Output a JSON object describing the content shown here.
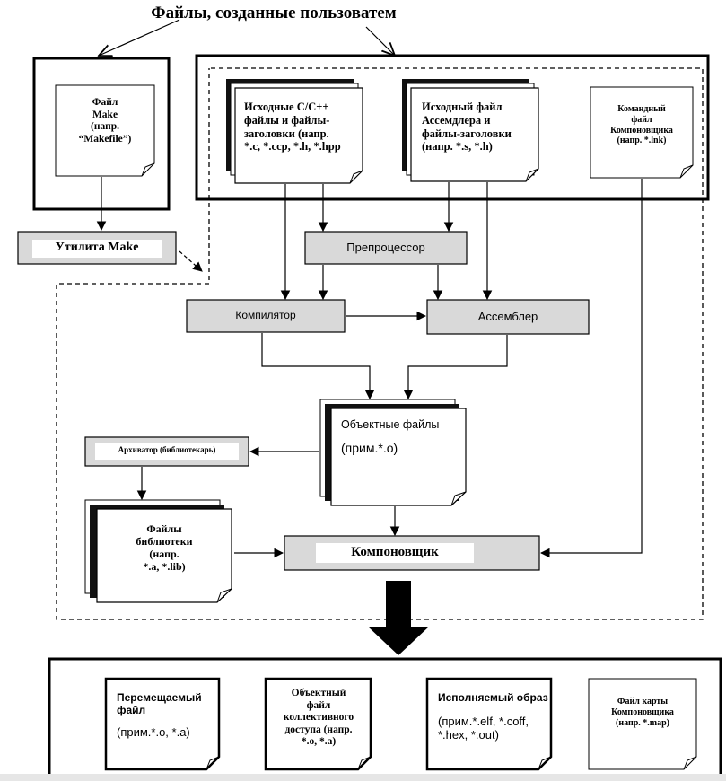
{
  "title": "Файлы, созданные пользоватем",
  "user_files": {
    "makefile": [
      "Файл",
      "Make",
      "(напр.",
      "“Makefile”)"
    ],
    "c_sources": [
      "Исходные C/C++",
      "файлы и файлы-",
      "заголовки (напр.",
      "*.c, *.ccp, *.h, *.hpp"
    ],
    "asm_sources": [
      "Исходный файл",
      "Ассемдлера и",
      "файлы-заголовки",
      "(напр. *.s, *.h)"
    ],
    "linker_cmd": [
      "Командный",
      "файл",
      "Компоновщика",
      "(напр. *.lnk)"
    ]
  },
  "tools": {
    "make": "Утилита Make",
    "preprocessor": "Препроцессор",
    "compiler": "Компилятор",
    "assembler": "Ассемблер",
    "archiver": "Архиватор (библиотекарь)",
    "linker": "Компоновщик"
  },
  "intermediate": {
    "object_files": [
      "Объектные файлы",
      "(прим.*.о)"
    ],
    "library_files": [
      "Файлы",
      "библиотеки",
      "(напр.",
      "*.a, *.lib)"
    ]
  },
  "outputs": {
    "relocatable": [
      "Перемещаемый",
      "файл",
      "(прим.*.о, *.а)"
    ],
    "shared_object": [
      "Объектный",
      "файл",
      "коллективного",
      "доступа (напр.",
      "*.o, *.a)"
    ],
    "executable": [
      "Исполняемый образ",
      "(прим.*.elf, *.coff,",
      "*.hex, *.out)"
    ],
    "linker_map": [
      "Файл карты",
      "Компоновщика",
      "(напр. *.map)"
    ]
  },
  "colors": {
    "tool_fill": "#d9d9d9",
    "line": "#000000",
    "paper": "#ffffff"
  }
}
